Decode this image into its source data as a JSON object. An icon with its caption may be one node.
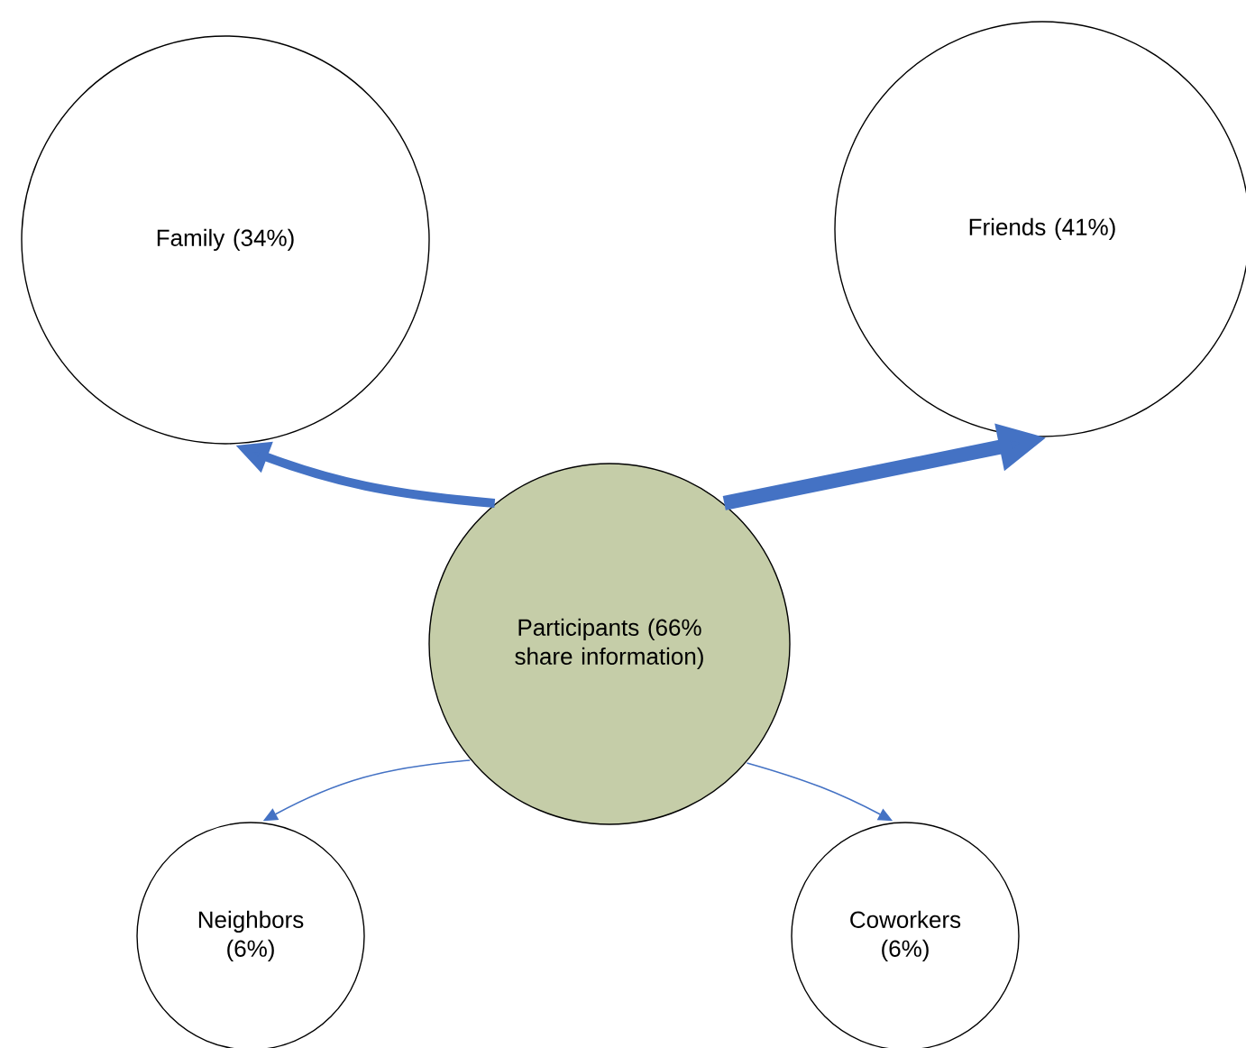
{
  "diagram": {
    "nodes": [
      {
        "text": [
          "Family (34%)"
        ]
      },
      {
        "text": [
          "Friends (41%)"
        ]
      },
      {
        "text": [
          "Participants (66% share information)"
        ]
      },
      {
        "text": [
          "Neighbors (6%)"
        ]
      },
      {
        "text": [
          "Coworkers (6%)"
        ]
      }
    ],
    "edges": [
      {
        "from": 2,
        "to": 0,
        "arrow": "to",
        "style": "thick"
      },
      {
        "from": 2,
        "to": 1,
        "arrow": "to",
        "style": "thick"
      },
      {
        "from": 2,
        "to": 3,
        "arrow": "to"
      },
      {
        "from": 2,
        "to": 4,
        "arrow": "to"
      }
    ]
  }
}
